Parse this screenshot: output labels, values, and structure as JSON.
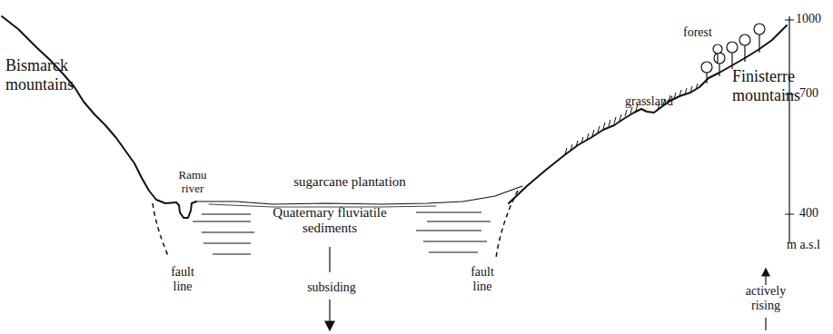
{
  "diagram": {
    "labels": [
      "Bismarck mountains",
      "Ramu river",
      "sugarcane plantation",
      "Quaternary fluviatile sediments",
      "fault line",
      "fault line",
      "subsiding",
      "grassland",
      "forest",
      "Finisterre mountains",
      "actively rising",
      "1000",
      "700",
      "400",
      "m a.s.l"
    ]
  }
}
